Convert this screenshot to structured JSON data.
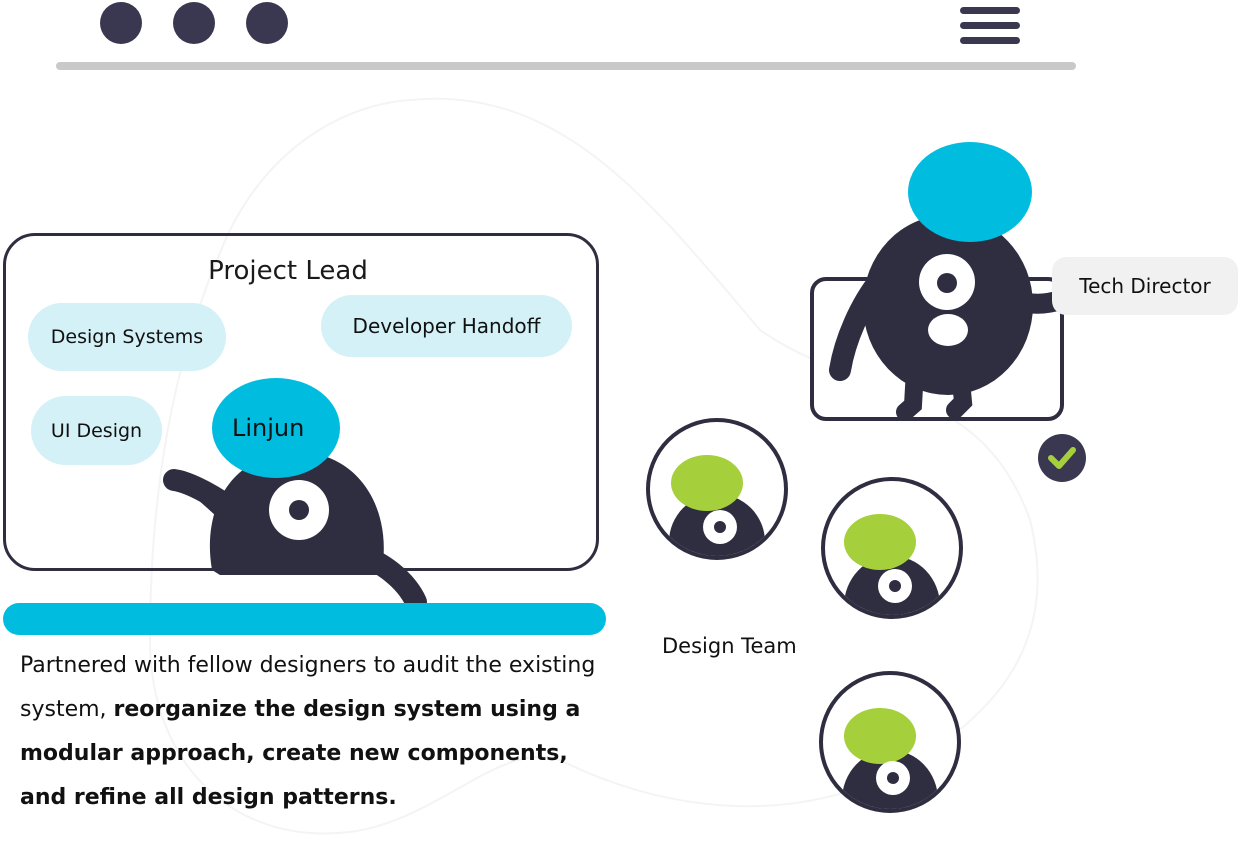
{
  "window": {
    "controls": [
      "window-dot-1",
      "window-dot-2",
      "window-dot-3"
    ],
    "menu_icon": "hamburger-menu-icon"
  },
  "project_lead": {
    "title": "Project Lead",
    "skills": [
      "Design Systems",
      "Developer Handoff",
      "UI Design"
    ],
    "name": "Linjun"
  },
  "description": {
    "plain": "Partnered with fellow designers to audit the existing system, ",
    "bold": "reorganize the design system using a modular approach, create new components, and refine all design patterns."
  },
  "tech_director": {
    "label": "Tech Director"
  },
  "design_team": {
    "label": "Design Team",
    "member_count_shown": 3
  },
  "colors": {
    "dark": "#2f2e41",
    "cyan": "#00bde0",
    "pill_bg": "#d4f1f7",
    "green": "#a5cf3b",
    "divider": "#c9c9c9"
  },
  "icons": {
    "check": "checkmark-circle-icon",
    "menu": "hamburger-menu-icon"
  }
}
